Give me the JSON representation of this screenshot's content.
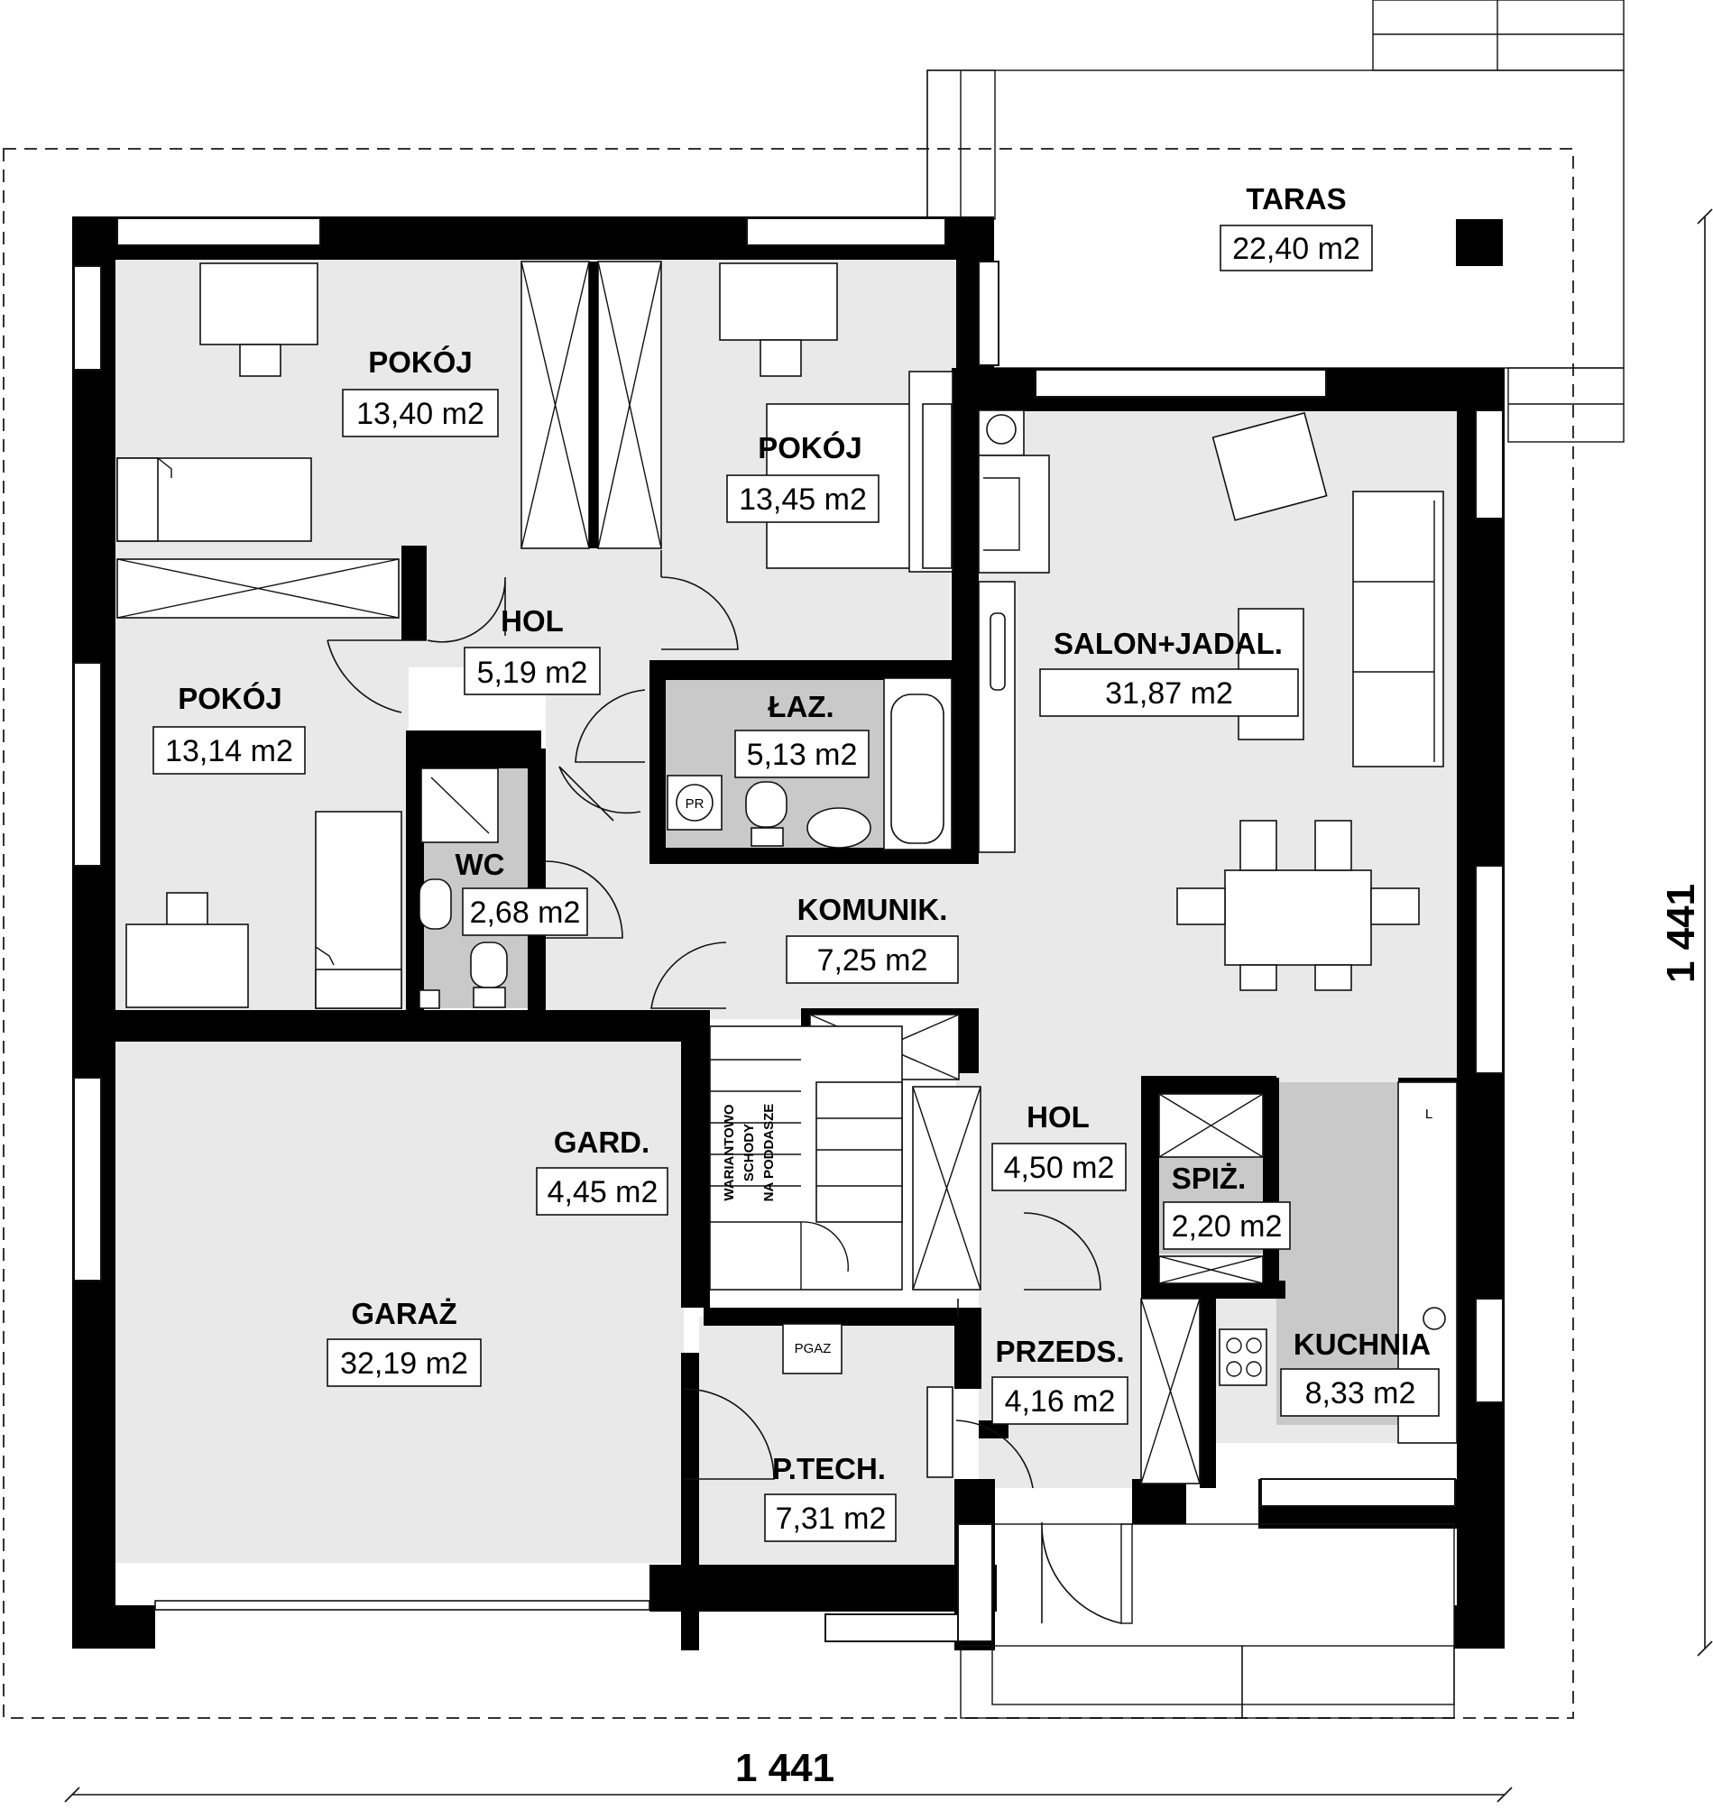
{
  "rooms": {
    "taras": {
      "name": "TARAS",
      "area": "22,40 m2"
    },
    "pokoj_1": {
      "name": "POKÓJ",
      "area": "13,40 m2"
    },
    "pokoj_2": {
      "name": "POKÓJ",
      "area": "13,45 m2"
    },
    "pokoj_3": {
      "name": "POKÓJ",
      "area": "13,14 m2"
    },
    "hol_1": {
      "name": "HOL",
      "area": "5,19 m2"
    },
    "laz": {
      "name": "ŁAZ.",
      "area": "5,13 m2"
    },
    "salon": {
      "name": "SALON+JADAL.",
      "area": "31,87 m2"
    },
    "wc": {
      "name": "WC",
      "area": "2,68 m2"
    },
    "komunik": {
      "name": "KOMUNIK.",
      "area": "7,25 m2"
    },
    "gard": {
      "name": "GARD.",
      "area": "4,45 m2"
    },
    "hol_2": {
      "name": "HOL",
      "area": "4,50 m2"
    },
    "spiz": {
      "name": "SPIŻ.",
      "area": "2,20 m2"
    },
    "garaz": {
      "name": "GARAŻ",
      "area": "32,19 m2"
    },
    "przeds": {
      "name": "PRZEDS.",
      "area": "4,16 m2"
    },
    "kuchnia": {
      "name": "KUCHNIA",
      "area": "8,33 m2"
    },
    "ptech": {
      "name": "P.TECH.",
      "area": "7,31 m2"
    }
  },
  "labels": {
    "pr": "PR",
    "pgaz": "PGAZ",
    "fridge": "L",
    "stairs_line1": "WARIANTOWO",
    "stairs_line2": "SCHODY",
    "stairs_line3": "NA PODDASZE"
  },
  "dimensions": {
    "width": "1 441",
    "height": "1 441"
  }
}
